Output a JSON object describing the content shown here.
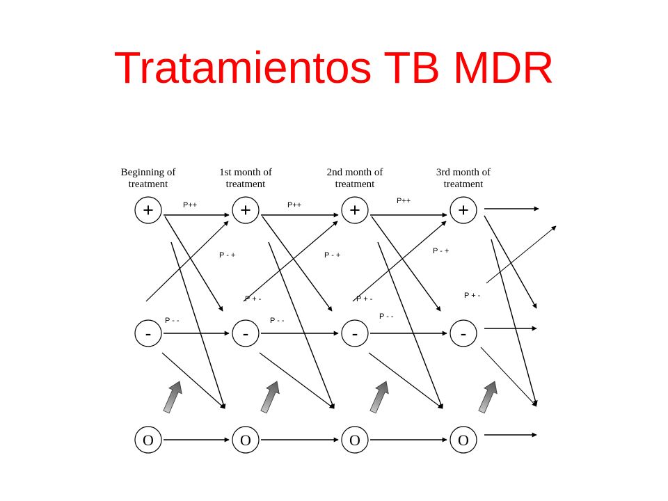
{
  "title": "Tratamientos TB MDR",
  "columns": [
    {
      "header": [
        "Beginning of",
        "treatment"
      ]
    },
    {
      "header": [
        "1st month of",
        "treatment"
      ]
    },
    {
      "header": [
        "2nd month of",
        "treatment"
      ]
    },
    {
      "header": [
        "3rd month of",
        "treatment"
      ]
    }
  ],
  "states": [
    {
      "id": "positive",
      "symbol": "+"
    },
    {
      "id": "negative",
      "symbol": "-"
    },
    {
      "id": "other",
      "symbol": "O"
    }
  ],
  "transition_labels": {
    "pos_to_pos": "P++",
    "neg_to_pos": "P - +",
    "pos_to_neg": "P + -",
    "neg_to_neg": "P - -"
  },
  "label_instances": [
    {
      "key": "pos_to_pos",
      "column": 0
    },
    {
      "key": "pos_to_pos",
      "column": 1
    },
    {
      "key": "pos_to_pos",
      "column": 2
    },
    {
      "key": "neg_to_pos",
      "column": 0
    },
    {
      "key": "neg_to_pos",
      "column": 1
    },
    {
      "key": "neg_to_pos",
      "column": 2
    },
    {
      "key": "pos_to_neg",
      "column": 1
    },
    {
      "key": "pos_to_neg",
      "column": 2
    },
    {
      "key": "pos_to_neg",
      "column": 3
    },
    {
      "key": "neg_to_neg",
      "column": 0
    },
    {
      "key": "neg_to_neg",
      "column": 1
    },
    {
      "key": "neg_to_neg",
      "column": 2
    }
  ]
}
